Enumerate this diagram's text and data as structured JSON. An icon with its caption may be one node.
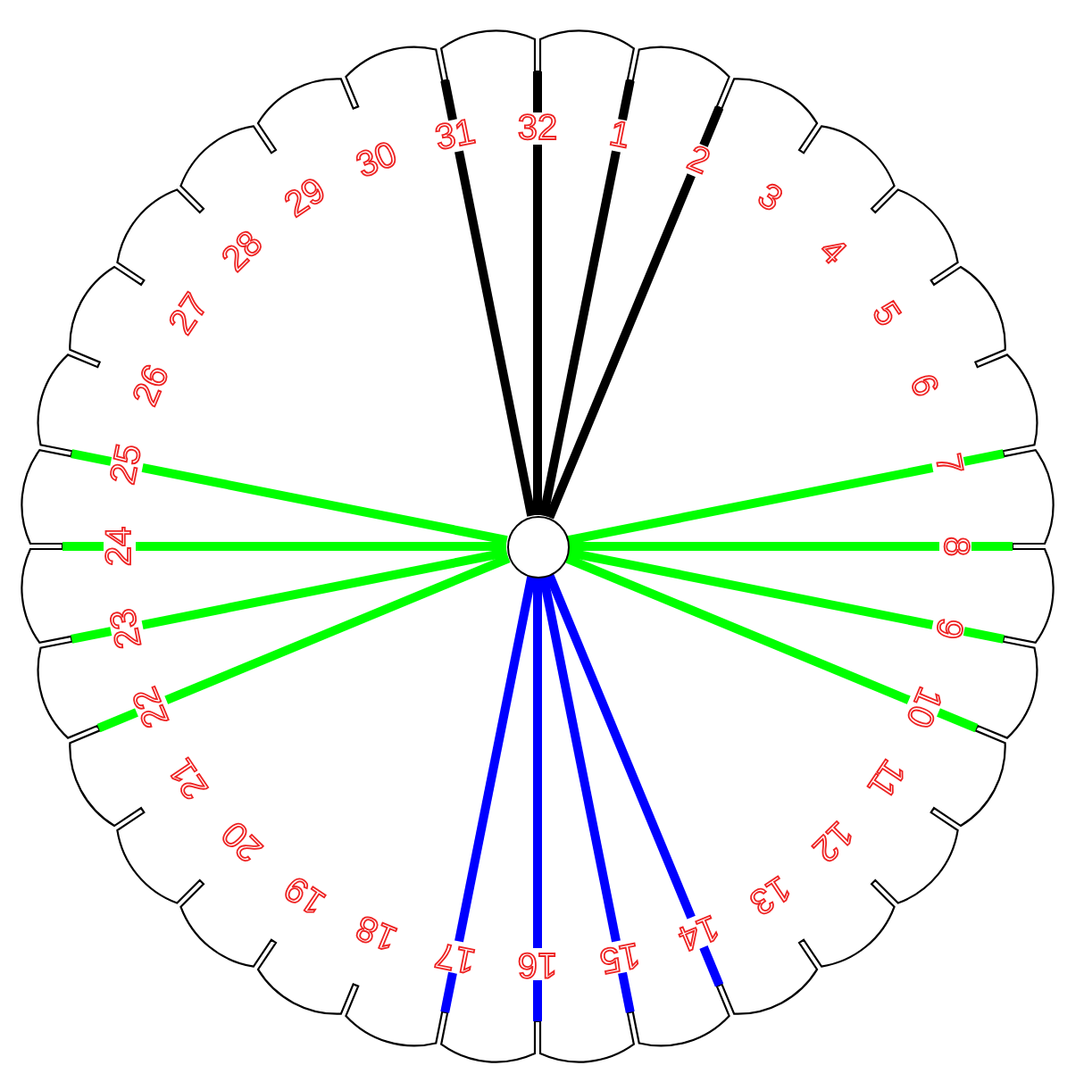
{
  "diagram": {
    "nodes": [
      {
        "text": [
          "1",
          "2",
          "3",
          "4",
          "5",
          "6",
          "7",
          "8",
          "9",
          "10",
          "11",
          "12",
          "13",
          "14",
          "15",
          "16",
          "17",
          "18",
          "19",
          "20",
          "21",
          "22",
          "23",
          "24",
          "25",
          "26",
          "27",
          "28",
          "29",
          "30",
          "31",
          "32"
        ]
      },
      {
        "text": [],
        "shape": "circle",
        "in": 0
      }
    ],
    "edges": [
      {
        "from": 1,
        "to": null,
        "arrow": "none",
        "color": "#000000"
      },
      {
        "from": 1,
        "to": null,
        "arrow": "none",
        "color": "#000000"
      },
      {
        "from": 1,
        "to": null,
        "arrow": "none",
        "color": "#00ff00"
      },
      {
        "from": 1,
        "to": null,
        "arrow": "none",
        "color": "#00ff00"
      },
      {
        "from": 1,
        "to": null,
        "arrow": "none",
        "color": "#00ff00"
      },
      {
        "from": 1,
        "to": null,
        "arrow": "none",
        "color": "#00ff00"
      },
      {
        "from": 1,
        "to": null,
        "arrow": "none",
        "color": "#0000ff"
      },
      {
        "from": 1,
        "to": null,
        "arrow": "none",
        "color": "#0000ff"
      },
      {
        "from": 1,
        "to": null,
        "arrow": "none",
        "color": "#0000ff"
      },
      {
        "from": 1,
        "to": null,
        "arrow": "none",
        "color": "#0000ff"
      },
      {
        "from": 1,
        "to": null,
        "arrow": "none",
        "color": "#00ff00"
      },
      {
        "from": 1,
        "to": null,
        "arrow": "none",
        "color": "#00ff00"
      },
      {
        "from": 1,
        "to": null,
        "arrow": "none",
        "color": "#00ff00"
      },
      {
        "from": 1,
        "to": null,
        "arrow": "none",
        "color": "#00ff00"
      },
      {
        "from": 1,
        "to": null,
        "arrow": "none",
        "color": "#000000"
      },
      {
        "from": 1,
        "to": null,
        "arrow": "none",
        "color": "#000000"
      }
    ]
  }
}
